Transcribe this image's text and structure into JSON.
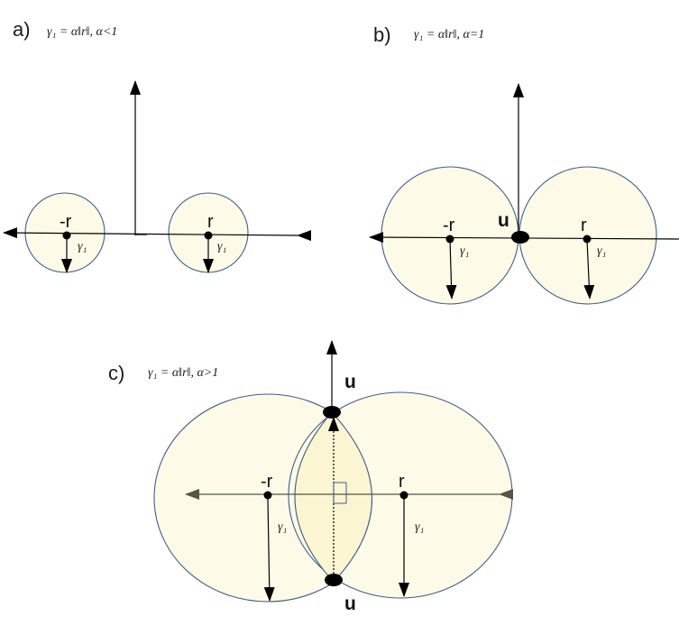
{
  "panels": {
    "a": {
      "label": "a)",
      "formula": "γ₁ = α‖r‖, α<1",
      "neg_point": "-r",
      "pos_point": "r",
      "radius_label": "γ₁"
    },
    "b": {
      "label": "b)",
      "formula": "γ₁ = α‖r‖, α=1",
      "neg_point": "-r",
      "pos_point": "r",
      "touch_point": "u",
      "radius_label": "γ₁"
    },
    "c": {
      "label": "c)",
      "formula": "γ₁ = α‖r‖, α>1",
      "neg_point": "-r",
      "pos_point": "r",
      "top_point": "u",
      "bottom_point": "u",
      "radius_label": "γ₁"
    }
  },
  "colors": {
    "circle_fill": "#fdfbe8",
    "overlap_fill": "#fbf5d2",
    "circle_stroke": "#3d5f8a"
  }
}
